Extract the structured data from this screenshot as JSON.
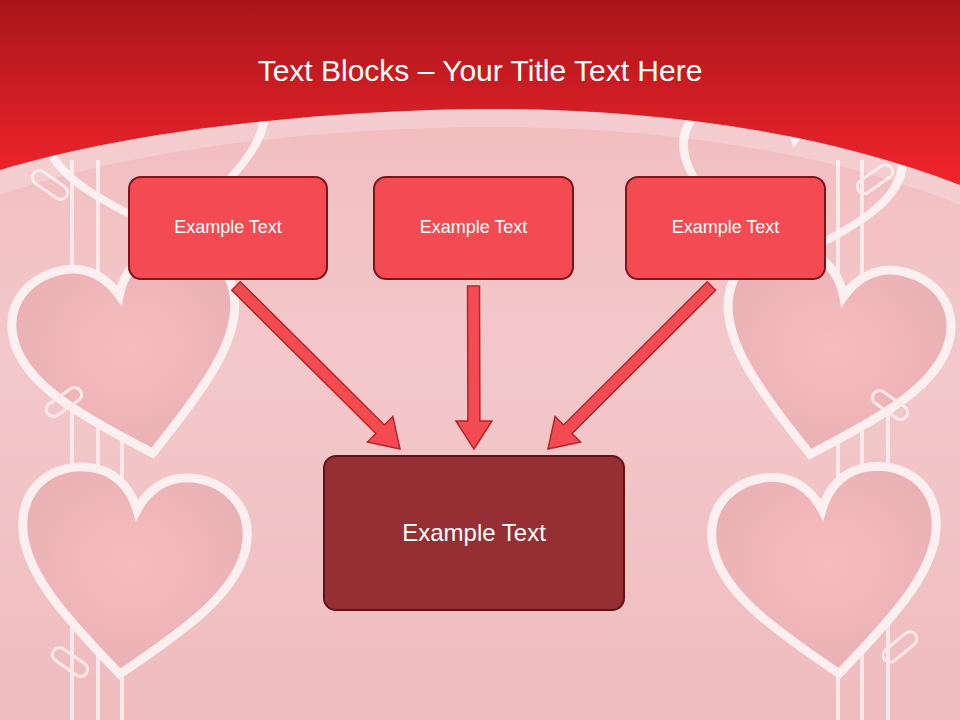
{
  "diagram": {
    "title": "Text Blocks – Your Title Text Here",
    "nodes": [
      {
        "text": [
          "Example Text"
        ]
      },
      {
        "text": [
          "Example Text"
        ]
      },
      {
        "text": [
          "Example Text"
        ]
      },
      {
        "text": [
          "Example Text"
        ]
      }
    ],
    "edges": [
      {
        "from": 0,
        "to": 3,
        "arrow": "to"
      },
      {
        "from": 1,
        "to": 3,
        "arrow": "to"
      },
      {
        "from": 2,
        "to": 3,
        "arrow": "to"
      }
    ]
  }
}
